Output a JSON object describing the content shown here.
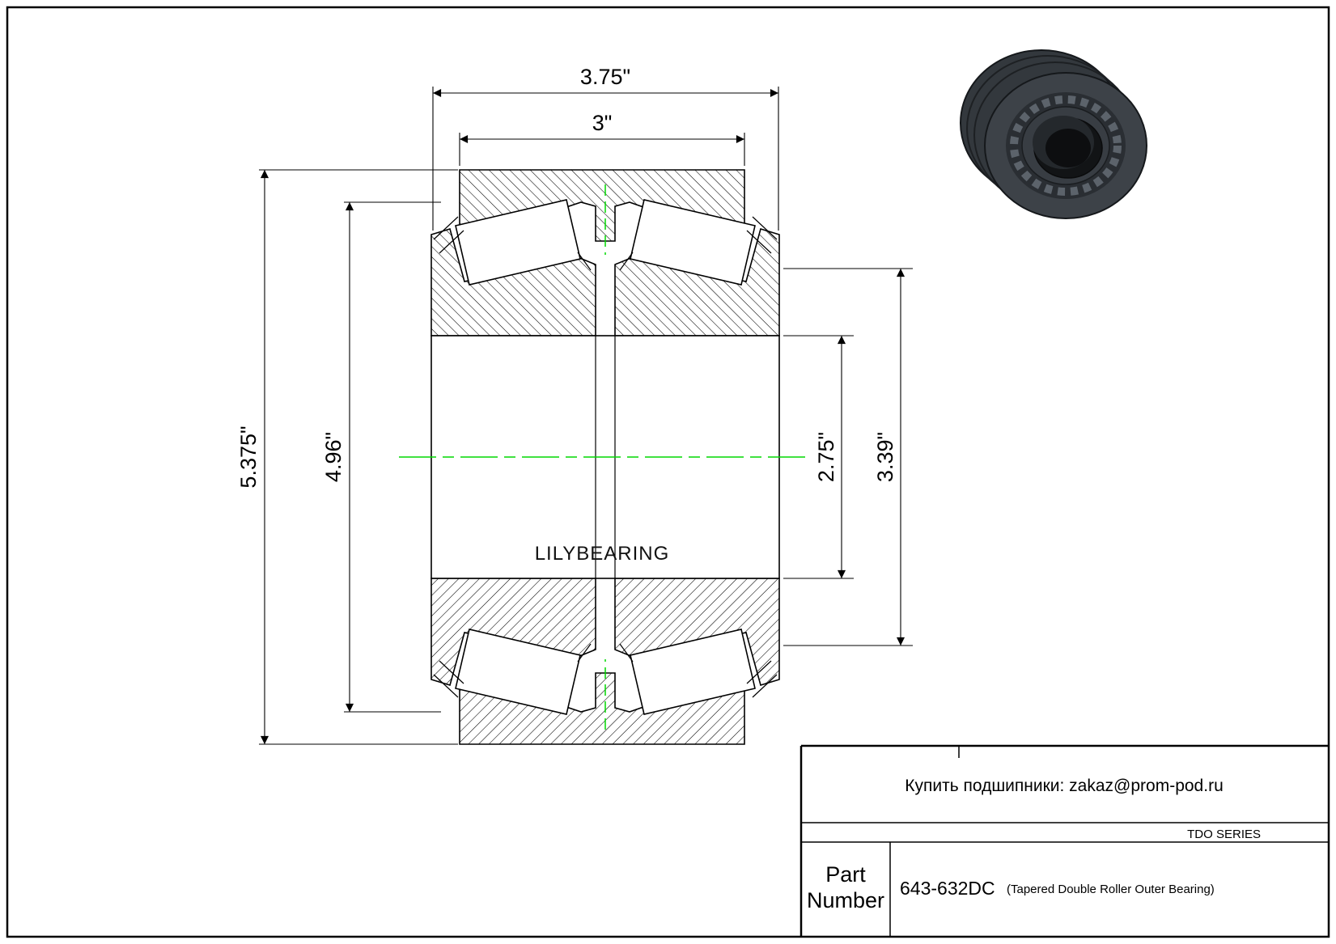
{
  "drawing": {
    "watermark": "LILYBEARING",
    "dims": {
      "width_outer": "3.75\"",
      "width_inner": "3\"",
      "od": "5.375\"",
      "cage_od": "4.96\"",
      "bore": "2.75\"",
      "cone_od": "3.39\""
    },
    "colors": {
      "centerline": "#00d900"
    }
  },
  "title_block": {
    "contact": "Купить подшипники: zakaz@prom-pod.ru",
    "series": "TDO SERIES",
    "part_label_line1": "Part",
    "part_label_line2": "Number",
    "part_number": "643-632DC",
    "part_description": "(Tapered Double Roller Outer Bearing)"
  }
}
